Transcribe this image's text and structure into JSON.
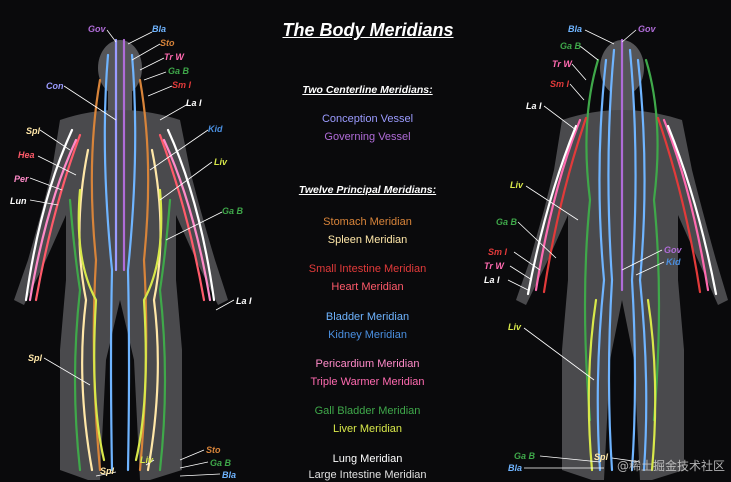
{
  "title": "The Body Meridians",
  "centerline_heading": "Two Centerline Meridians:",
  "centerline": [
    {
      "label": "Conception Vessel",
      "color": "#9b9bff"
    },
    {
      "label": "Governing Vessel",
      "color": "#b06cd8"
    }
  ],
  "principal_heading": "Twelve Principal Meridians:",
  "principal": [
    {
      "label": "Stomach Meridian",
      "color": "#d8843a"
    },
    {
      "label": "Spleen Meridian",
      "color": "#ffe7a8"
    },
    {
      "label": "Small Intestine Meridian",
      "color": "#e23a3a"
    },
    {
      "label": "Heart Meridian",
      "color": "#ff5a6a"
    },
    {
      "label": "Bladder Meridian",
      "color": "#6fb4ff"
    },
    {
      "label": "Kidney Meridian",
      "color": "#4a8fe0"
    },
    {
      "label": "Pericardium Meridian",
      "color": "#ff8ac8"
    },
    {
      "label": "Triple Warmer Meridian",
      "color": "#ff6ab0"
    },
    {
      "label": "Gall Bladder Meridian",
      "color": "#3fa84a"
    },
    {
      "label": "Liver Meridian",
      "color": "#d8e84a"
    },
    {
      "label": "Lung Meridian",
      "color": "#ffffff"
    },
    {
      "label": "Large Intestine Meridian",
      "color": "#e0e0e0"
    }
  ],
  "front_labels": [
    {
      "text": "Gov",
      "color": "#b06cd8"
    },
    {
      "text": "Bla",
      "color": "#6fb4ff"
    },
    {
      "text": "Sto",
      "color": "#d8843a"
    },
    {
      "text": "Tr W",
      "color": "#ff6ab0"
    },
    {
      "text": "Ga B",
      "color": "#3fa84a"
    },
    {
      "text": "Sm I",
      "color": "#e23a3a"
    },
    {
      "text": "Con",
      "color": "#9b9bff"
    },
    {
      "text": "La I",
      "color": "#ffffff"
    },
    {
      "text": "Kid",
      "color": "#4a8fe0"
    },
    {
      "text": "Spl",
      "color": "#ffe7a8"
    },
    {
      "text": "Hea",
      "color": "#ff5a6a"
    },
    {
      "text": "Liv",
      "color": "#d8e84a"
    },
    {
      "text": "Per",
      "color": "#ff8ac8"
    },
    {
      "text": "Lun",
      "color": "#ffffff"
    },
    {
      "text": "Ga B",
      "color": "#3fa84a"
    },
    {
      "text": "La I",
      "color": "#ffffff"
    },
    {
      "text": "Spl",
      "color": "#ffe7a8"
    },
    {
      "text": "Sto",
      "color": "#d8843a"
    },
    {
      "text": "Liv",
      "color": "#d8e84a"
    },
    {
      "text": "Ga B",
      "color": "#3fa84a"
    },
    {
      "text": "Spl",
      "color": "#ffe7a8"
    },
    {
      "text": "Bla",
      "color": "#6fb4ff"
    }
  ],
  "back_labels": [
    {
      "text": "Bla",
      "color": "#6fb4ff"
    },
    {
      "text": "Gov",
      "color": "#b06cd8"
    },
    {
      "text": "Ga B",
      "color": "#3fa84a"
    },
    {
      "text": "Tr W",
      "color": "#ff6ab0"
    },
    {
      "text": "Sm I",
      "color": "#e23a3a"
    },
    {
      "text": "La I",
      "color": "#ffffff"
    },
    {
      "text": "Liv",
      "color": "#d8e84a"
    },
    {
      "text": "Ga B",
      "color": "#3fa84a"
    },
    {
      "text": "Sm I",
      "color": "#e23a3a"
    },
    {
      "text": "Tr W",
      "color": "#ff6ab0"
    },
    {
      "text": "La I",
      "color": "#ffffff"
    },
    {
      "text": "Gov",
      "color": "#b06cd8"
    },
    {
      "text": "Kid",
      "color": "#4a8fe0"
    },
    {
      "text": "Liv",
      "color": "#d8e84a"
    },
    {
      "text": "Ga B",
      "color": "#3fa84a"
    },
    {
      "text": "Bla",
      "color": "#6fb4ff"
    },
    {
      "text": "Spl",
      "color": "#ffe7a8"
    }
  ],
  "watermark": "@稀土掘金技术社区"
}
